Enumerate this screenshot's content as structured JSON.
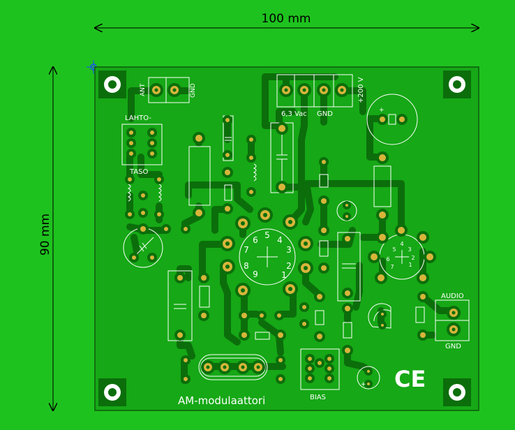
{
  "dimensions": {
    "width_label": "100 mm",
    "height_label": "90 mm"
  },
  "connectors": {
    "antenna": {
      "pin1": "ANT",
      "pin2": "GND"
    },
    "power": {
      "voltage": "+200 V",
      "heater": "6,3 Vac",
      "ground": "GND"
    },
    "audio": {
      "label": "AUDIO",
      "ground": "GND"
    }
  },
  "labels": {
    "output_top": "LAHTO-",
    "output_bottom": "TASO",
    "bias": "BIAS",
    "board_title": "AM-modulaattori",
    "ce_mark": "CE"
  },
  "tube_large_pins": [
    "1",
    "2",
    "3",
    "4",
    "5",
    "6",
    "7",
    "8",
    "9"
  ],
  "tube_small_pins": [
    "1",
    "2",
    "3",
    "4",
    "5",
    "6",
    "7"
  ],
  "colors": {
    "background": "#1ec21e",
    "board": "#16a816",
    "trace": "#0b6e0b",
    "pad": "#d8b53a",
    "silkscreen": "#ffffff"
  }
}
